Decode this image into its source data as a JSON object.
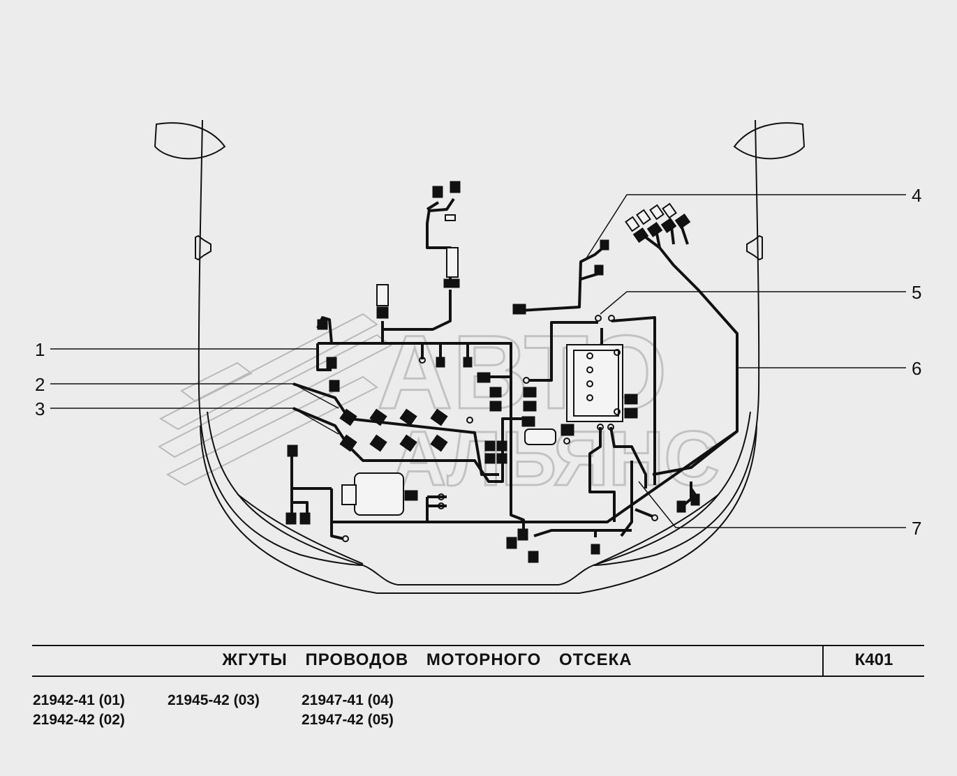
{
  "callouts": [
    "1",
    "2",
    "3",
    "4",
    "5",
    "6",
    "7"
  ],
  "watermark": {
    "line1": "АВТО",
    "line2": "АЛЬЯНС"
  },
  "title_block": {
    "title": "ЖГУТЫ ПРОВОДОВ МОТОРНОГО ОТСЕКА",
    "code": "К401"
  },
  "variants": [
    "21942-41 (01)",
    "21942-42 (02)",
    "21945-42 (03)",
    "21947-41 (04)",
    "21947-42 (05)"
  ]
}
